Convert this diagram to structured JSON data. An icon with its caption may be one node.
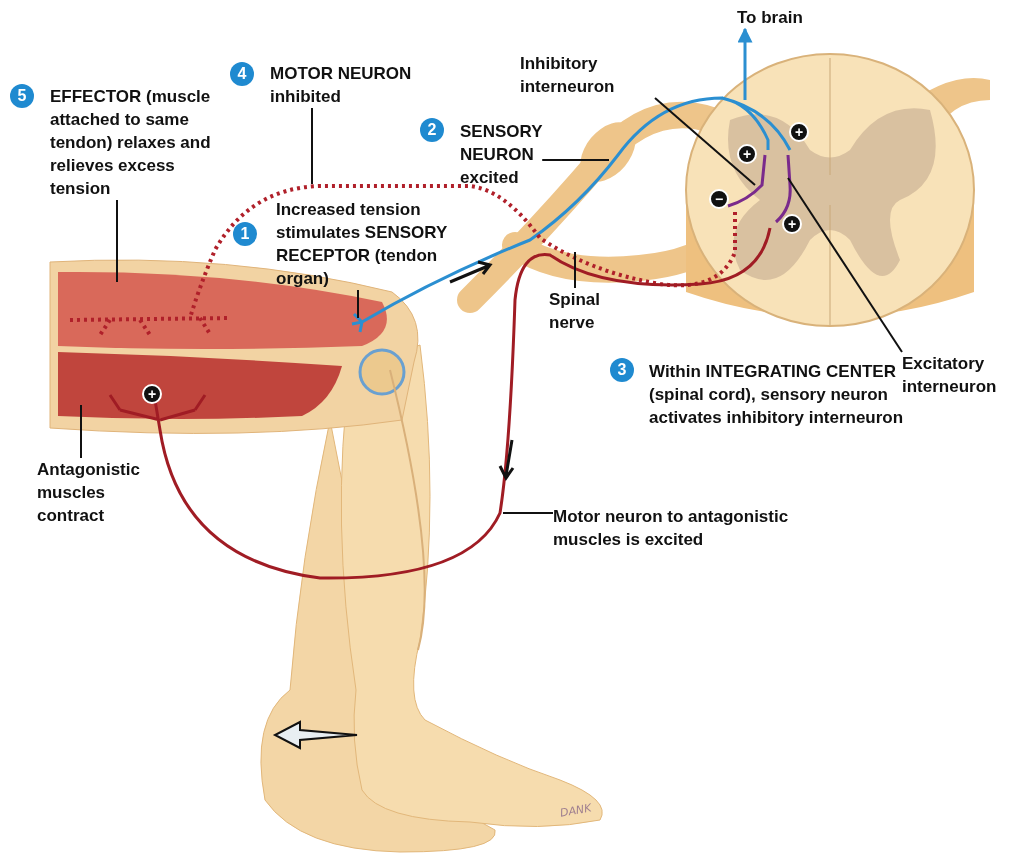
{
  "diagram": {
    "nodes": [
      {
        "text": [
          "To brain"
        ]
      },
      {
        "text": [
          "5",
          "EFFECTOR (muscle attached to same tendon) relaxes and relieves excess tension"
        ]
      },
      {
        "text": [
          "4",
          "MOTOR NEURON inhibited"
        ]
      },
      {
        "text": [
          "Inhibitory interneuron"
        ]
      },
      {
        "text": [
          "2",
          "SENSORY NEURON excited"
        ]
      },
      {
        "text": [
          "1",
          "Increased tension stimulates SENSORY RECEPTOR (tendon organ)"
        ]
      },
      {
        "text": [
          "Spinal nerve"
        ]
      },
      {
        "text": [
          "Excitatory interneuron"
        ]
      },
      {
        "text": [
          "3",
          "Within INTEGRATING CENTER (spinal cord), sensory neuron activates inhibitory interneuron"
        ]
      },
      {
        "text": [
          "Antagonistic muscles contract"
        ]
      },
      {
        "text": [
          "Motor neuron to antagonistic muscles is excited"
        ]
      }
    ],
    "edges": [
      {
        "from": null,
        "to": 0,
        "arrow": "to",
        "color": "#2b8fd1"
      },
      {
        "from": 1,
        "to": null,
        "arrow": "none"
      },
      {
        "from": 2,
        "to": null,
        "arrow": "none"
      },
      {
        "from": 3,
        "to": null,
        "arrow": "none"
      },
      {
        "from": 4,
        "to": null,
        "arrow": "none"
      },
      {
        "from": 5,
        "to": null,
        "arrow": "none"
      },
      {
        "from": 6,
        "to": null,
        "arrow": "none"
      },
      {
        "from": 7,
        "to": null,
        "arrow": "none"
      },
      {
        "from": 9,
        "to": null,
        "arrow": "none"
      },
      {
        "from": 10,
        "to": null,
        "arrow": "none"
      }
    ],
    "labels": [
      "+",
      "+",
      "−",
      "+",
      "+",
      "DANK"
    ]
  }
}
